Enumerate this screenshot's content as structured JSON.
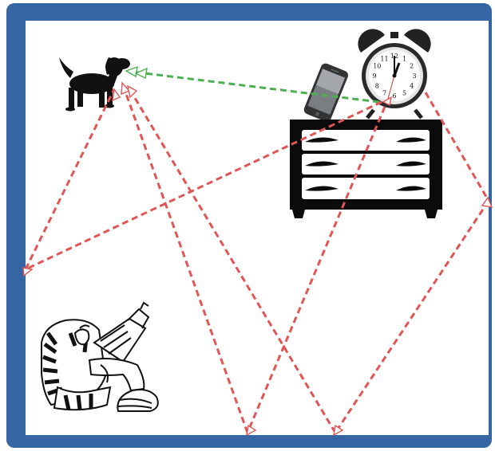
{
  "colors": {
    "frame": "#3565a3",
    "canvas": "#ffffff",
    "green_path": "#4caf50",
    "red_path": "#e05555"
  },
  "icons": [
    "dog-icon",
    "smartphone-icon",
    "alarm-clock-icon",
    "dresser-icon",
    "man-reading-in-armchair-icon"
  ],
  "clock": {
    "numerals": [
      "12",
      "1",
      "2",
      "3",
      "4",
      "5",
      "6",
      "7",
      "8",
      "9",
      "10",
      "11"
    ]
  }
}
